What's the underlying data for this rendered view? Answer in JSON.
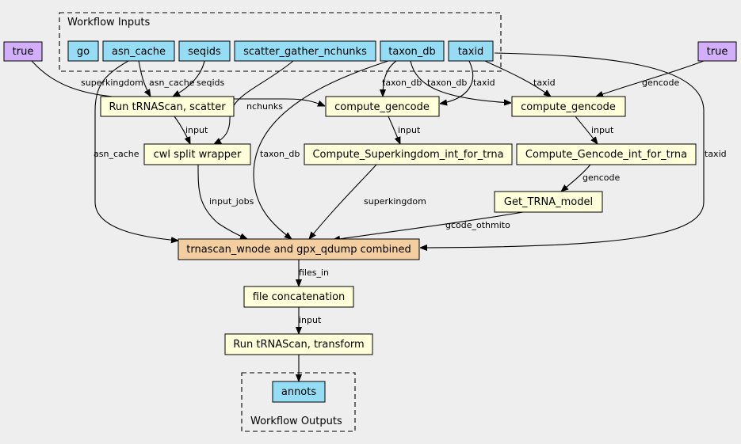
{
  "clusters": {
    "inputs": {
      "label": "Workflow Inputs"
    },
    "outputs": {
      "label": "Workflow Outputs"
    }
  },
  "nodes": {
    "true_left": "true",
    "true_right": "true",
    "go": "go",
    "asn_cache": "asn_cache",
    "seqids": "seqids",
    "scatter_gather_nchunks": "scatter_gather_nchunks",
    "taxon_db": "taxon_db",
    "taxid": "taxid",
    "run_trnascan_scatter": "Run tRNAScan, scatter",
    "compute_gencode_1": "compute_gencode",
    "compute_gencode_2": "compute_gencode",
    "cwl_split_wrapper": "cwl split wrapper",
    "compute_superkingdom_int": "Compute_Superkingdom_int_for_trna",
    "compute_gencode_int": "Compute_Gencode_int_for_trna",
    "get_trna_model": "Get_TRNA_model",
    "trnascan_combined": "trnascan_wnode and gpx_qdump combined",
    "file_concatenation": "file concatenation",
    "run_trnascan_transform": "Run tRNAScan, transform",
    "annots": "annots"
  },
  "edge_labels": {
    "superkingdom": "superkingdom",
    "asn_cache_to_scatter": "asn_cache",
    "seqids": "seqids",
    "nchunks": "nchunks",
    "taxon_db_1": "taxon_db",
    "taxon_db_2": "taxon_db",
    "taxid_1": "taxid",
    "taxid_2": "taxid",
    "gencode_top": "gencode",
    "input_1": "input",
    "input_2": "input",
    "input_3": "input",
    "asn_cache_to_combined": "asn_cache",
    "taxon_db_to_combined": "taxon_db",
    "taxid_to_combined": "taxid",
    "gencode_mid": "gencode",
    "input_jobs": "input_jobs",
    "superkingdom_to_combined": "superkingdom",
    "gcode_othmito": "gcode_othmito",
    "files_in": "files_in",
    "input_4": "input"
  },
  "colors": {
    "background": "#eeeeee",
    "input_node": "#94ddf4",
    "bool_node": "#d3aefa",
    "step_node": "#ffffd9",
    "combined_node": "#f3cea1",
    "output_node": "#94ddf4",
    "stroke": "#000000"
  }
}
